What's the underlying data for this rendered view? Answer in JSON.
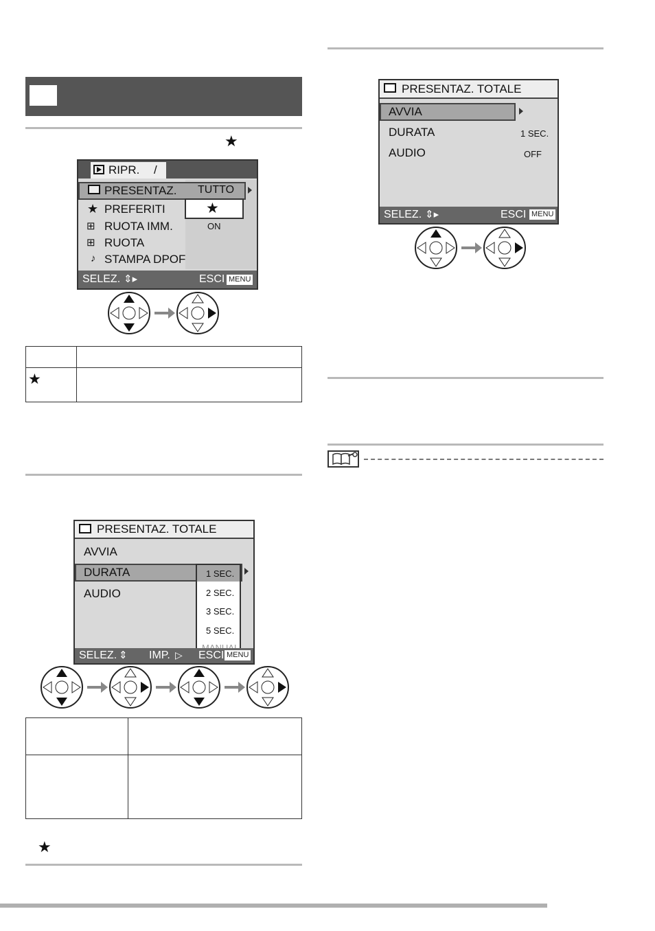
{
  "left_column": {
    "header_star": "★",
    "screen1": {
      "tab_label": "RIPR.",
      "tab_sep": "/",
      "menu_items": [
        "PRESENTAZ.",
        "PREFERITI",
        "RUOTA IMM.",
        "RUOTA",
        "STAMPA DPOF"
      ],
      "menu_icons": [
        "slideshow-icon",
        "star-icon",
        "rotate-display-icon",
        "rotate-icon",
        "print-icon"
      ],
      "options": [
        "TUTTO",
        "★",
        "ON"
      ],
      "footer_left": "SELEZ.",
      "footer_right": "ESCI",
      "menu_badge": "MENU"
    },
    "table1": {
      "rows": [
        {
          "c1": "",
          "c2": ""
        },
        {
          "c1": "★",
          "c2": ""
        }
      ]
    },
    "screen2": {
      "title": "PRESENTAZ. TOTALE",
      "rows": [
        "AVVIA",
        "DURATA",
        "AUDIO"
      ],
      "duration_options": [
        "1 SEC.",
        "2 SEC.",
        "3 SEC.",
        "5 SEC.",
        "MANUAL"
      ],
      "footer_left": "SELEZ.",
      "footer_mid": "IMP.",
      "footer_right": "ESCI",
      "menu_badge": "MENU"
    },
    "table2": {
      "rows": [
        {
          "c1": "",
          "c2": ""
        },
        {
          "c1": "",
          "c2": ""
        }
      ]
    },
    "bottom_star": "★"
  },
  "right_column": {
    "screen3": {
      "title": "PRESENTAZ. TOTALE",
      "rows": [
        {
          "label": "AVVIA",
          "value": ""
        },
        {
          "label": "DURATA",
          "value": "1 SEC."
        },
        {
          "label": "AUDIO",
          "value": "OFF"
        }
      ],
      "footer_left": "SELEZ.",
      "footer_right": "ESCI",
      "menu_badge": "MENU"
    }
  },
  "colors": {
    "lcd_background": "#d9d9d9",
    "lcd_footer": "#666666",
    "section_bar": "#555555",
    "rule": "#b9b9b9"
  }
}
